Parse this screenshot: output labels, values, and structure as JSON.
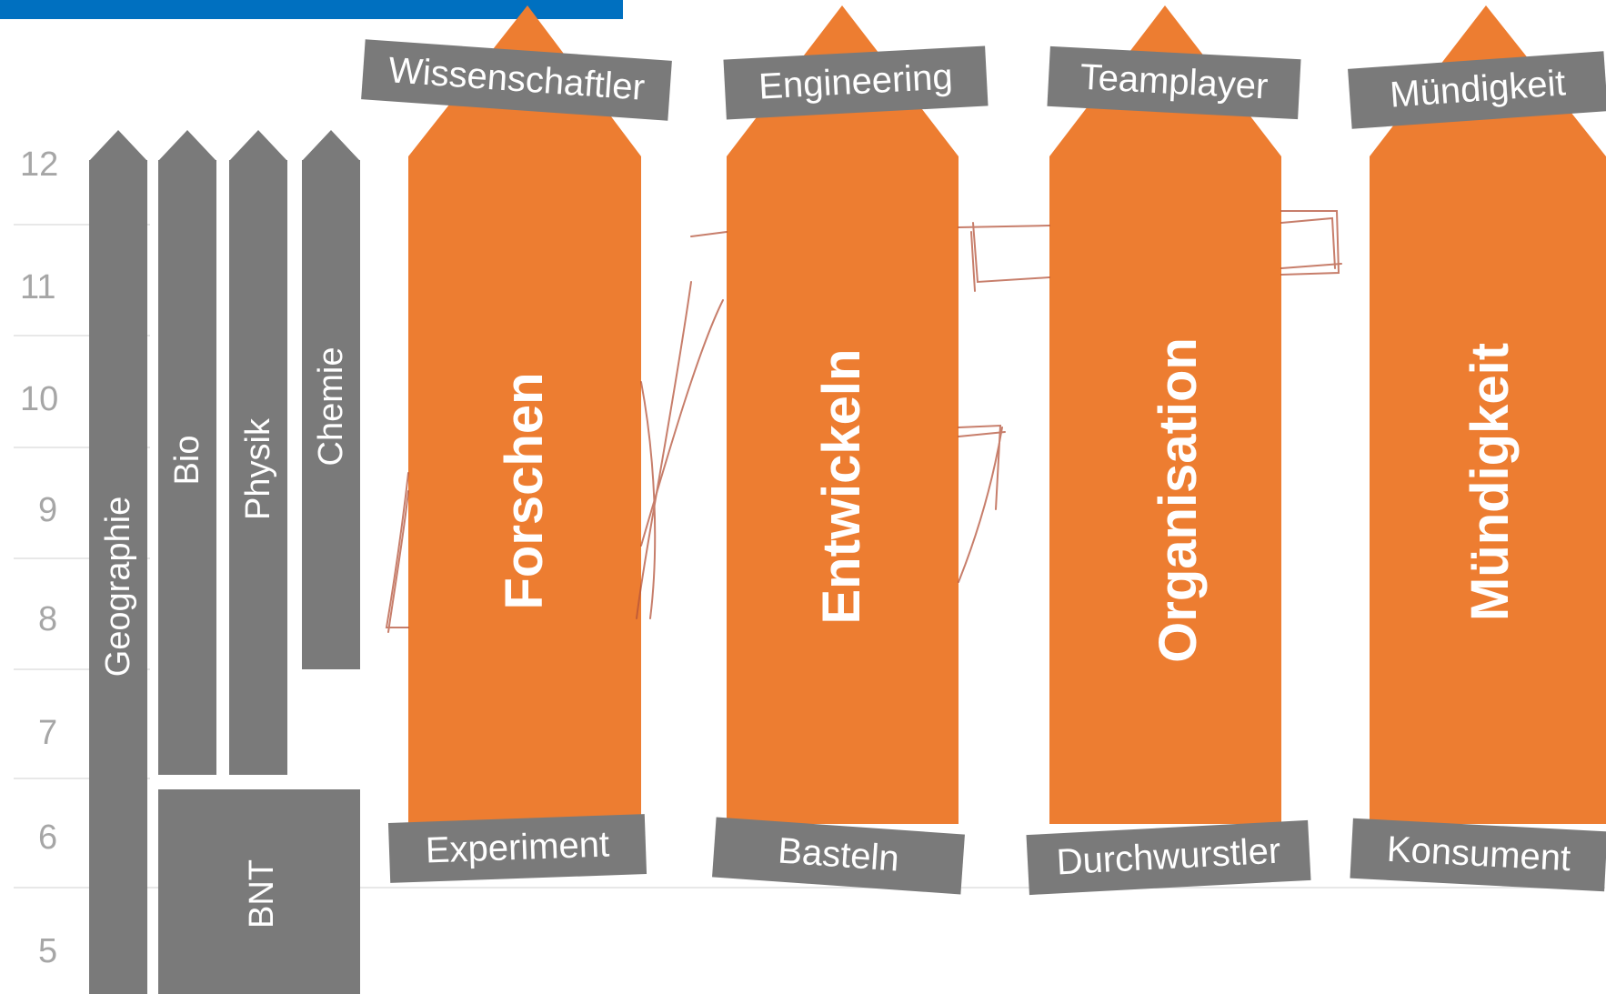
{
  "grades": [
    "12",
    "11",
    "10",
    "9",
    "8",
    "7",
    "6",
    "5"
  ],
  "subjects": {
    "geographie": "Geographie",
    "bio": "Bio",
    "physik": "Physik",
    "chemie": "Chemie",
    "bnt": "BNT"
  },
  "pillars": [
    {
      "title": "Forschen",
      "top_label": "Wissenschaftler",
      "bottom_label": "Experiment"
    },
    {
      "title": "Entwickeln",
      "top_label": "Engineering",
      "bottom_label": "Basteln"
    },
    {
      "title": "Organisation",
      "top_label": "Teamplayer",
      "bottom_label": "Durchwurstler"
    },
    {
      "title": "Mündigkeit",
      "top_label": "Mündigkeit",
      "bottom_label": "Konsument"
    }
  ],
  "colors": {
    "accent_bar": "#0070c0",
    "pillar": "#ed7d31",
    "subject": "#7a7a7a",
    "grade_text": "#a6a6a6",
    "sketch": "#b5533a"
  }
}
